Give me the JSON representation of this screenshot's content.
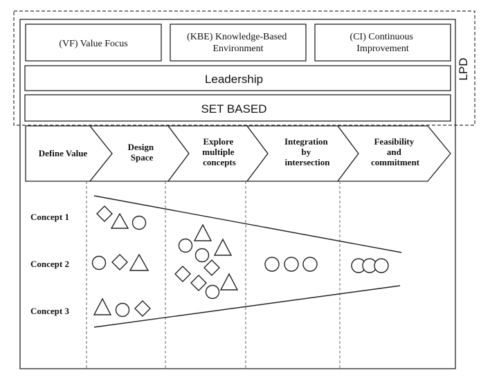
{
  "outer_label": "LPD",
  "principles": [
    {
      "lines": [
        "(VF) Value Focus"
      ]
    },
    {
      "lines": [
        "(KBE) Knowledge-Based",
        "Environment"
      ]
    },
    {
      "lines": [
        "(CI) Continuous",
        "Improvement"
      ]
    }
  ],
  "leadership": "Leadership",
  "set_based": "SET BASED",
  "phases": [
    {
      "lines": [
        "Define Value"
      ]
    },
    {
      "lines": [
        "Design",
        "Space"
      ]
    },
    {
      "lines": [
        "Explore",
        "multiple",
        "concepts"
      ]
    },
    {
      "lines": [
        "Integration",
        "by",
        "intersection"
      ]
    },
    {
      "lines": [
        "Feasibility",
        "and",
        "commitment"
      ]
    }
  ],
  "concepts": [
    "Concept 1",
    "Concept 2",
    "Concept 3"
  ],
  "shapes": [
    {
      "type": "diamond",
      "kind": "diamond-icon"
    },
    {
      "type": "triangle",
      "kind": "triangle-icon"
    },
    {
      "type": "circle",
      "kind": "circle-icon"
    }
  ]
}
